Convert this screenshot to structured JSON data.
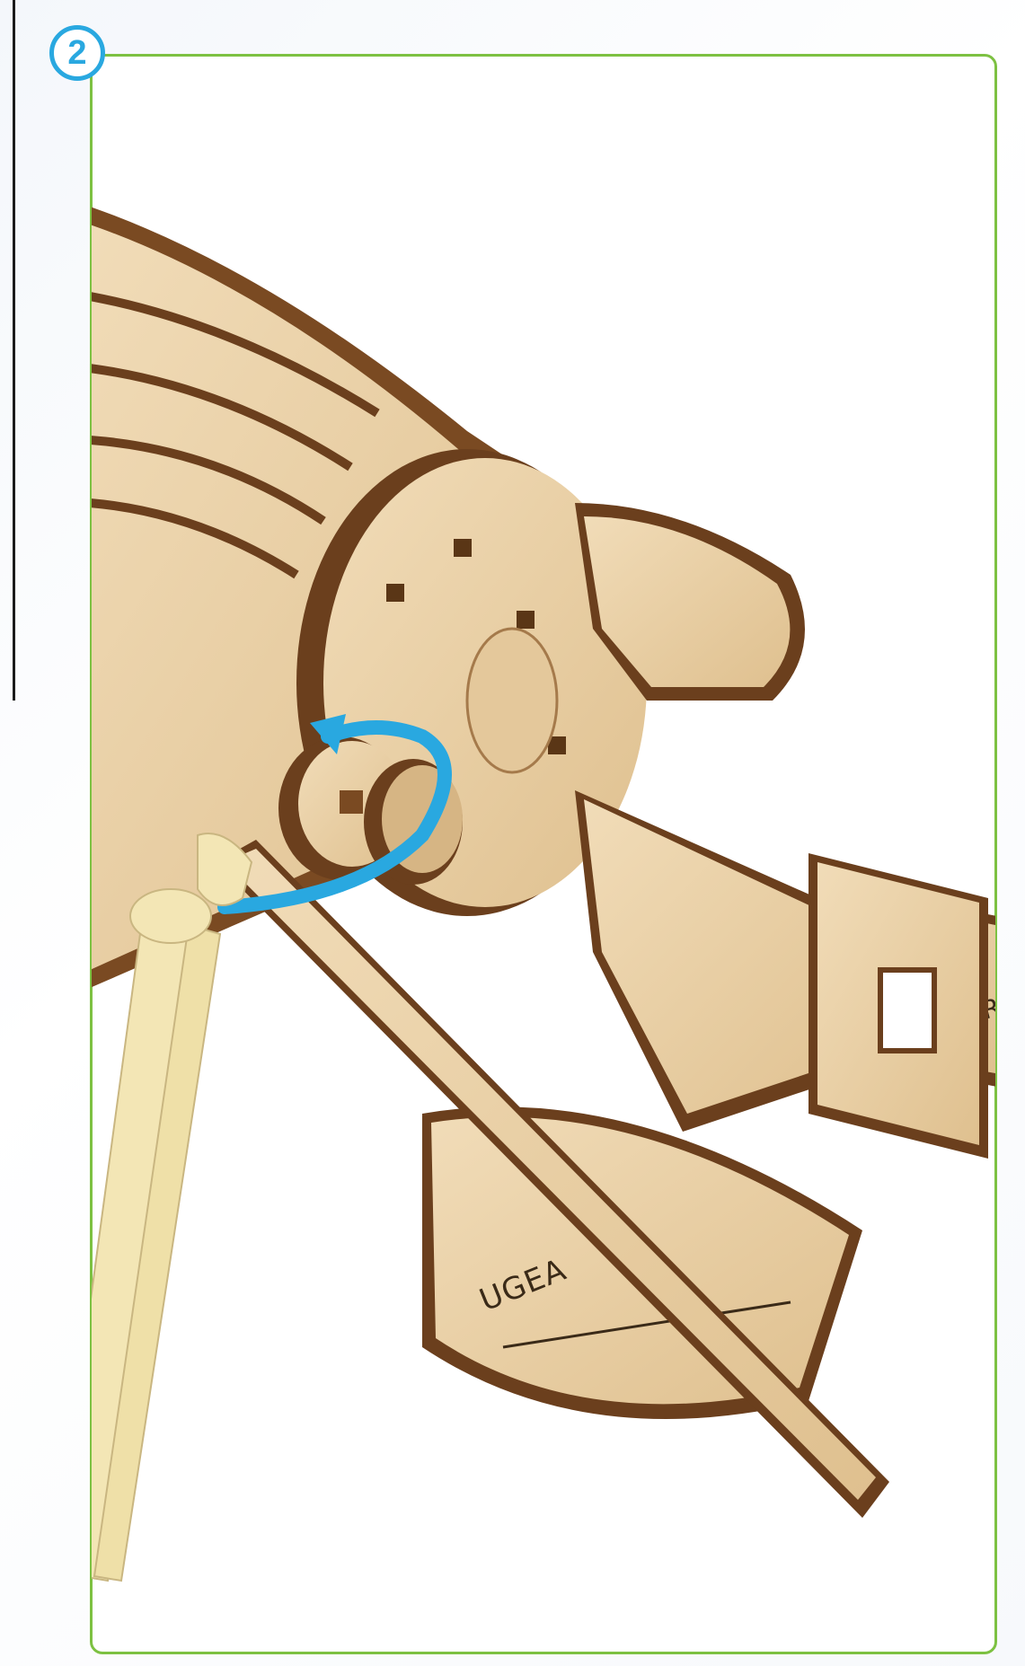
{
  "step": {
    "number": "2"
  },
  "illustration": {
    "description_icon": "assembly-illustration",
    "brand_marks": [
      "UGEA",
      "GEARS"
    ]
  },
  "colors": {
    "frame_border": "#7dc142",
    "badge_accent": "#29a8e0",
    "arrow": "#29a8e0",
    "wood_light": "#e9cfa6",
    "wood_dark": "#6b3f1d",
    "rubber_band": "#f3e6b5"
  }
}
